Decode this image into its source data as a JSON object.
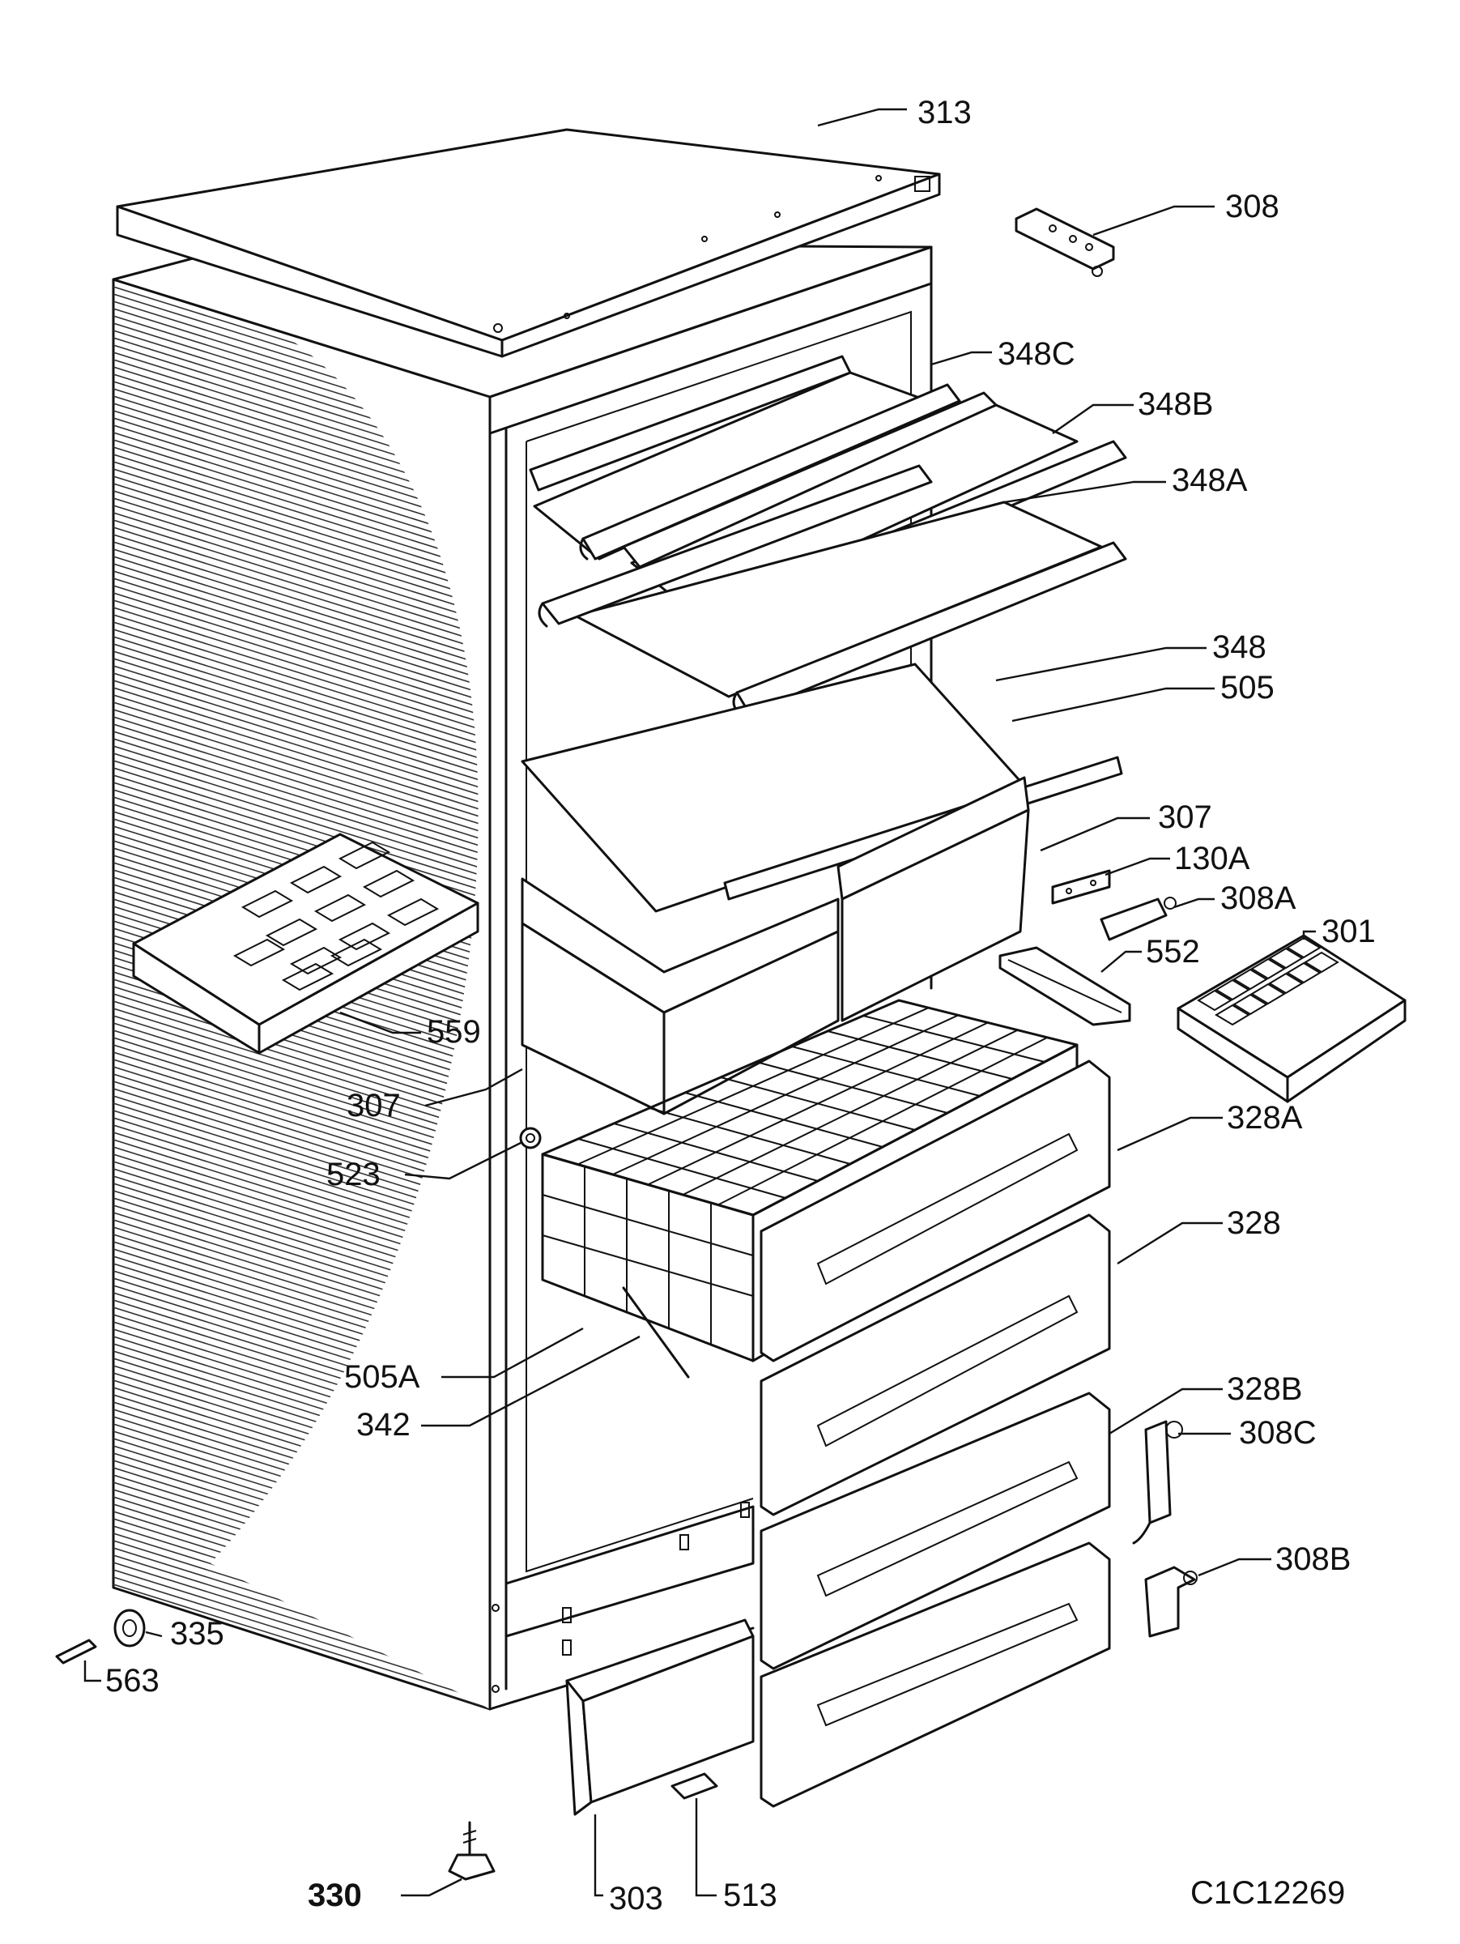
{
  "diagram": {
    "drawing_code": "C1C12269",
    "part_labels": [
      {
        "id": "313"
      },
      {
        "id": "308"
      },
      {
        "id": "348C"
      },
      {
        "id": "348B"
      },
      {
        "id": "348A"
      },
      {
        "id": "348"
      },
      {
        "id": "505"
      },
      {
        "id": "307"
      },
      {
        "id": "130A"
      },
      {
        "id": "308A"
      },
      {
        "id": "301"
      },
      {
        "id": "552"
      },
      {
        "id": "559"
      },
      {
        "id": "307"
      },
      {
        "id": "523"
      },
      {
        "id": "328A"
      },
      {
        "id": "328"
      },
      {
        "id": "505A"
      },
      {
        "id": "342"
      },
      {
        "id": "328B"
      },
      {
        "id": "308C"
      },
      {
        "id": "308B"
      },
      {
        "id": "335"
      },
      {
        "id": "563"
      },
      {
        "id": "330"
      },
      {
        "id": "303"
      },
      {
        "id": "513"
      }
    ]
  }
}
